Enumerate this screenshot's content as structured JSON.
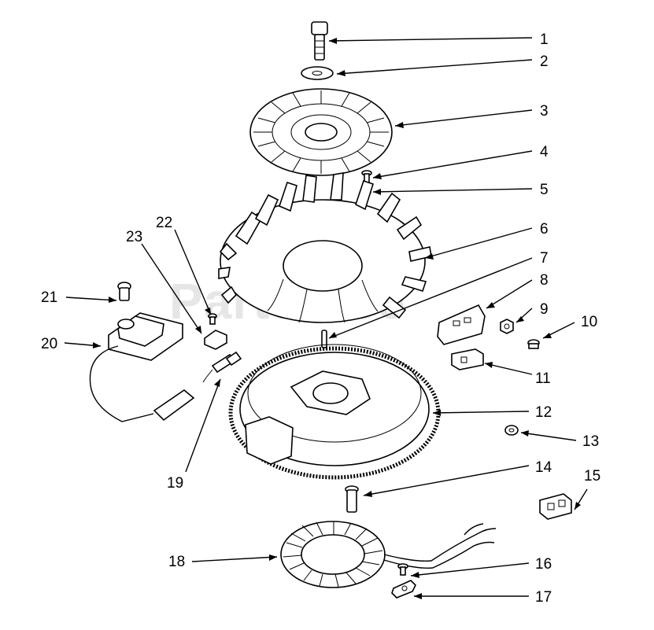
{
  "watermark": "PartsTree",
  "callouts": {
    "n1": "1",
    "n2": "2",
    "n3": "3",
    "n4": "4",
    "n5": "5",
    "n6": "6",
    "n7": "7",
    "n8": "8",
    "n9": "9",
    "n10": "10",
    "n11": "11",
    "n12": "12",
    "n13": "13",
    "n14": "14",
    "n15": "15",
    "n16": "16",
    "n17": "17",
    "n18": "18",
    "n19": "19",
    "n20": "20",
    "n21": "21",
    "n22": "22",
    "n23": "23"
  }
}
